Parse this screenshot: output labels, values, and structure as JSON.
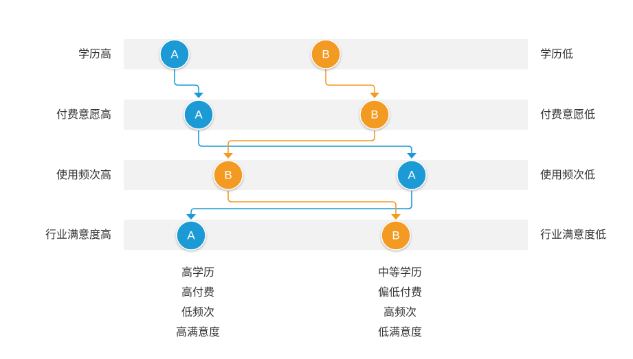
{
  "colors": {
    "A": "#1a9ad6",
    "B": "#f39a22",
    "band": "#f2f2f2",
    "text": "#333333"
  },
  "rows": [
    {
      "left": "学历高",
      "right": "学历低"
    },
    {
      "left": "付费意愿高",
      "right": "付费意愿低"
    },
    {
      "left": "使用频次高",
      "right": "使用频次低"
    },
    {
      "left": "行业满意度高",
      "right": "行业满意度低"
    }
  ],
  "nodes": {
    "A": "A",
    "B": "B"
  },
  "profiles": {
    "A": [
      "高学历",
      "高付费",
      "低频次",
      "高满意度"
    ],
    "B": [
      "中等学历",
      "偏低付费",
      "高频次",
      "低满意度"
    ]
  }
}
